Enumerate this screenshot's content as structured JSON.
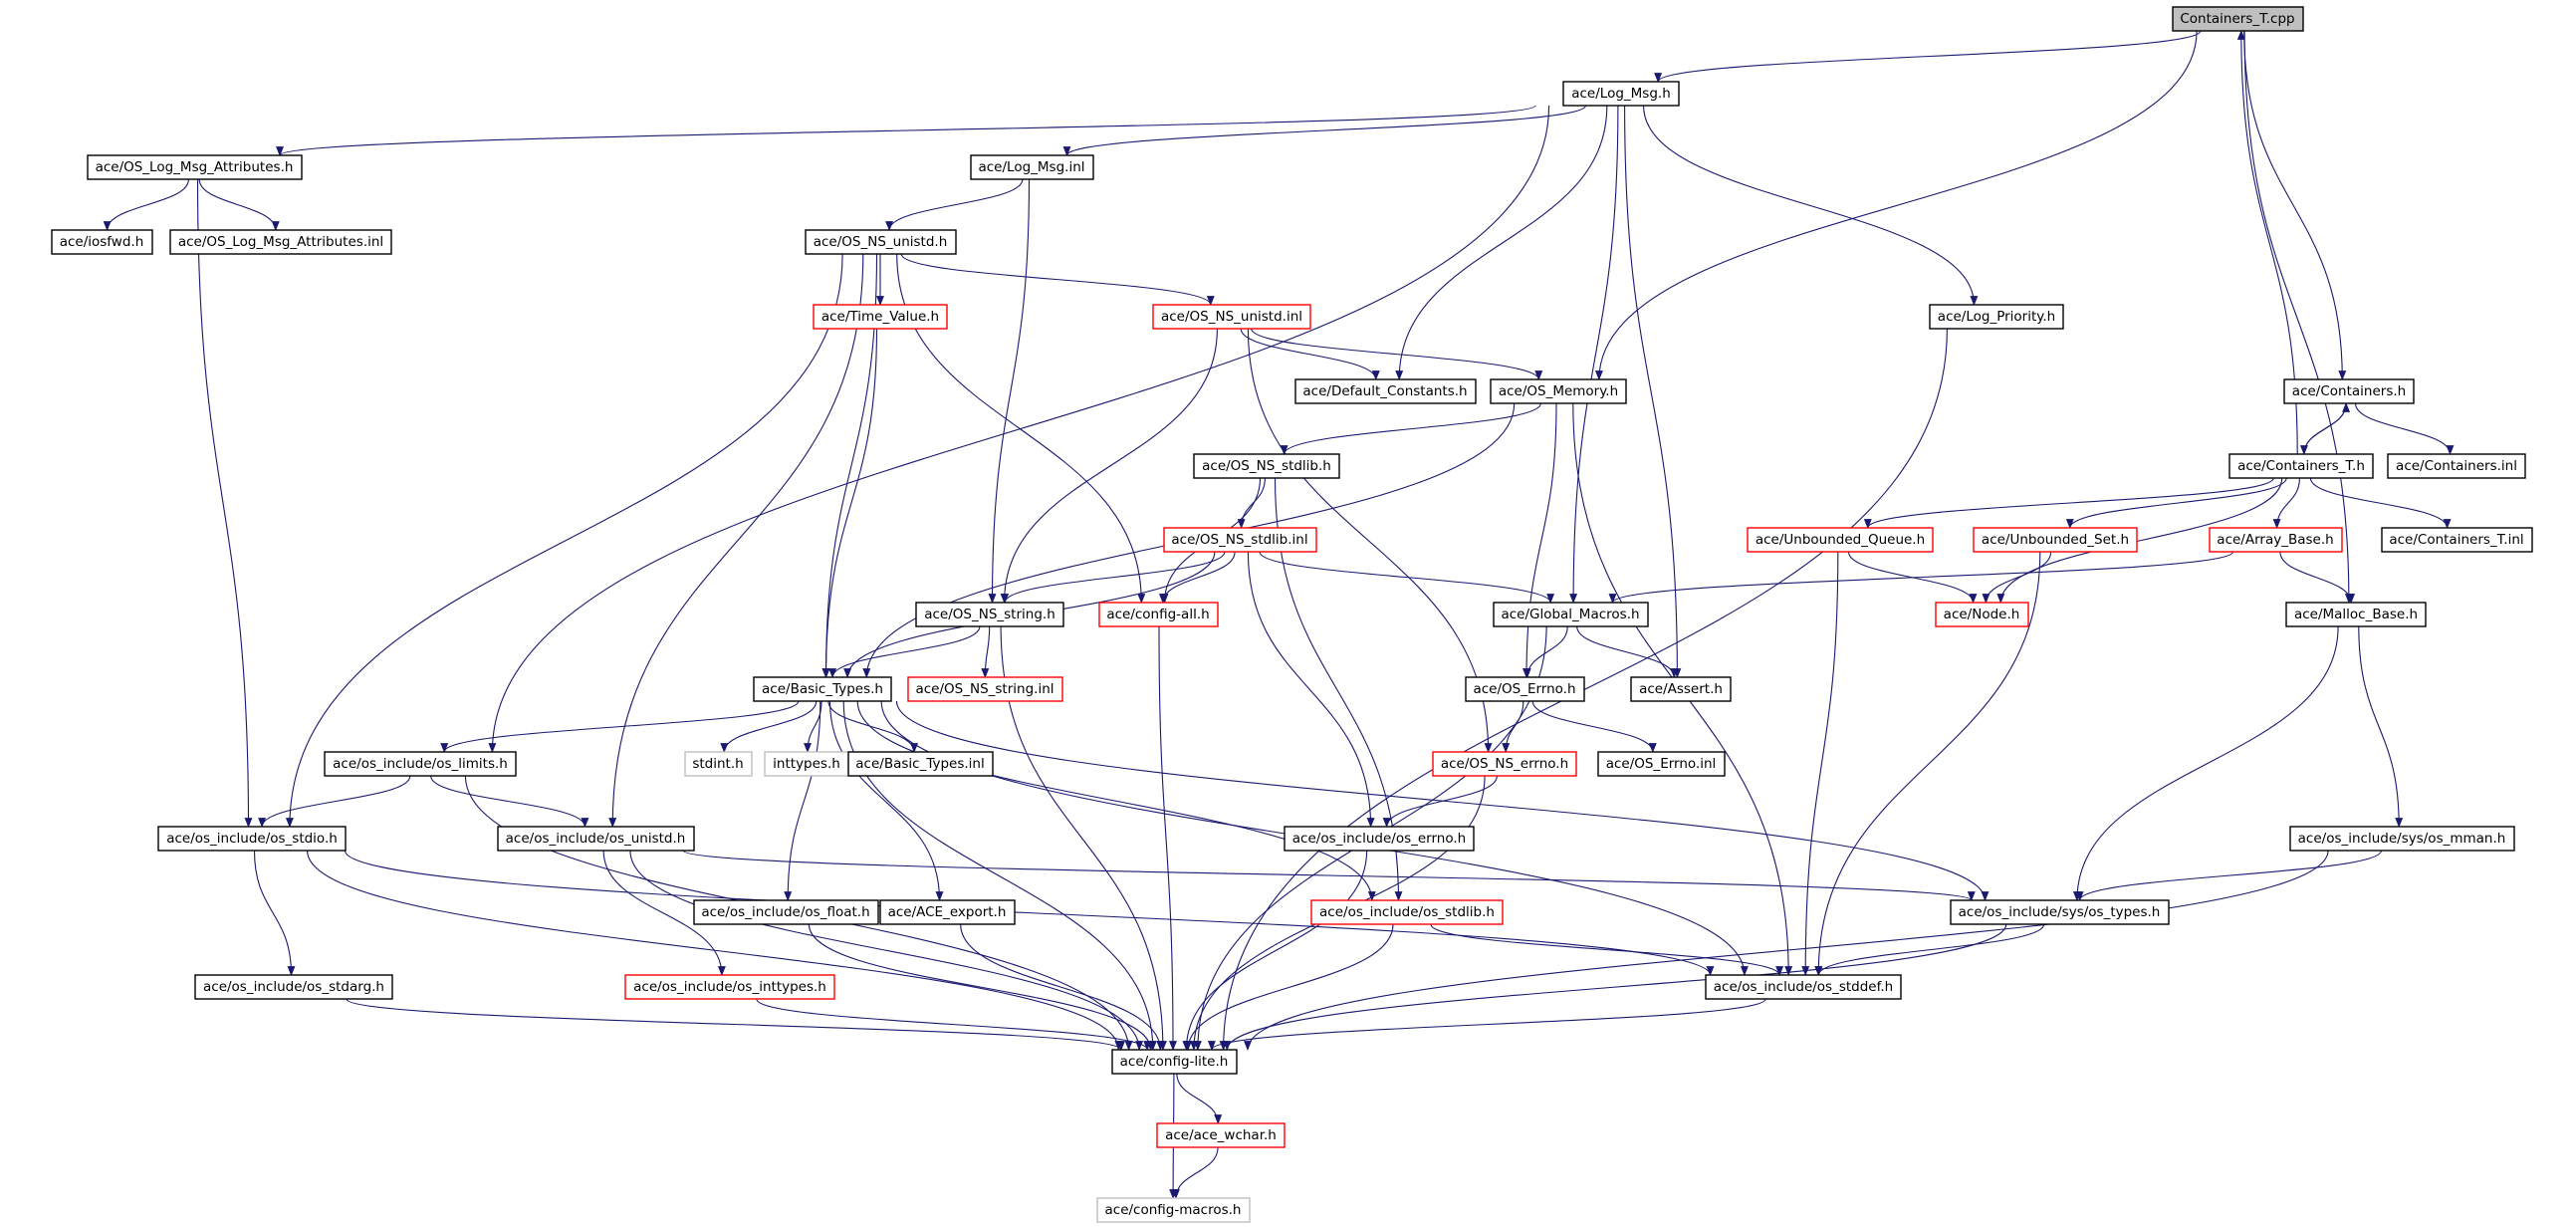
{
  "title": "Containers_T.cpp include dependency graph",
  "colors": {
    "edge": "#191970",
    "node_border": "#000000",
    "node_missing_border": "#ff0000",
    "node_system_border": "#bfbfbf",
    "root_fill": "#bfbfbf",
    "node_fill": "#ffffff"
  },
  "nodes": [
    {
      "id": "n0",
      "label": "Containers_T.cpp",
      "style": "root"
    },
    {
      "id": "n1",
      "label": "ace/Log_Msg.h",
      "style": "normal"
    },
    {
      "id": "n2",
      "label": "ace/OS_Log_Msg_Attributes.h",
      "style": "normal"
    },
    {
      "id": "n3",
      "label": "ace/Log_Msg.inl",
      "style": "normal"
    },
    {
      "id": "n4",
      "label": "ace/iosfwd.h",
      "style": "normal"
    },
    {
      "id": "n5",
      "label": "ace/OS_Log_Msg_Attributes.inl",
      "style": "normal"
    },
    {
      "id": "n6",
      "label": "ace/OS_NS_unistd.h",
      "style": "normal"
    },
    {
      "id": "n7",
      "label": "ace/Time_Value.h",
      "style": "red"
    },
    {
      "id": "n8",
      "label": "ace/OS_NS_unistd.inl",
      "style": "red"
    },
    {
      "id": "n9",
      "label": "ace/Log_Priority.h",
      "style": "normal"
    },
    {
      "id": "n10",
      "label": "ace/Default_Constants.h",
      "style": "normal"
    },
    {
      "id": "n11",
      "label": "ace/OS_Memory.h",
      "style": "normal"
    },
    {
      "id": "n12",
      "label": "ace/Containers.h",
      "style": "normal"
    },
    {
      "id": "n13",
      "label": "ace/OS_NS_stdlib.h",
      "style": "normal"
    },
    {
      "id": "n14",
      "label": "ace/Containers_T.h",
      "style": "normal"
    },
    {
      "id": "n15",
      "label": "ace/Containers.inl",
      "style": "normal"
    },
    {
      "id": "n16",
      "label": "ace/OS_NS_stdlib.inl",
      "style": "red"
    },
    {
      "id": "n17",
      "label": "ace/Unbounded_Queue.h",
      "style": "red"
    },
    {
      "id": "n18",
      "label": "ace/Unbounded_Set.h",
      "style": "red"
    },
    {
      "id": "n19",
      "label": "ace/Array_Base.h",
      "style": "red"
    },
    {
      "id": "n20",
      "label": "ace/Containers_T.inl",
      "style": "normal"
    },
    {
      "id": "n21",
      "label": "ace/OS_NS_string.h",
      "style": "normal"
    },
    {
      "id": "n22",
      "label": "ace/config-all.h",
      "style": "red"
    },
    {
      "id": "n23",
      "label": "ace/Global_Macros.h",
      "style": "normal"
    },
    {
      "id": "n24",
      "label": "ace/Node.h",
      "style": "red"
    },
    {
      "id": "n25",
      "label": "ace/Malloc_Base.h",
      "style": "normal"
    },
    {
      "id": "n26",
      "label": "ace/Basic_Types.h",
      "style": "normal"
    },
    {
      "id": "n27",
      "label": "ace/OS_NS_string.inl",
      "style": "red"
    },
    {
      "id": "n28",
      "label": "ace/OS_Errno.h",
      "style": "normal"
    },
    {
      "id": "n29",
      "label": "ace/Assert.h",
      "style": "normal"
    },
    {
      "id": "n30",
      "label": "ace/os_include/os_limits.h",
      "style": "normal"
    },
    {
      "id": "n31",
      "label": "stdint.h",
      "style": "system"
    },
    {
      "id": "n32",
      "label": "inttypes.h",
      "style": "system"
    },
    {
      "id": "n33",
      "label": "ace/Basic_Types.inl",
      "style": "normal"
    },
    {
      "id": "n34",
      "label": "ace/OS_NS_errno.h",
      "style": "red"
    },
    {
      "id": "n35",
      "label": "ace/OS_Errno.inl",
      "style": "normal"
    },
    {
      "id": "n36",
      "label": "ace/os_include/os_stdio.h",
      "style": "normal"
    },
    {
      "id": "n37",
      "label": "ace/os_include/os_unistd.h",
      "style": "normal"
    },
    {
      "id": "n38",
      "label": "ace/os_include/os_errno.h",
      "style": "normal"
    },
    {
      "id": "n39",
      "label": "ace/os_include/sys/os_mman.h",
      "style": "normal"
    },
    {
      "id": "n40",
      "label": "ace/os_include/os_float.h",
      "style": "normal"
    },
    {
      "id": "n41",
      "label": "ace/ACE_export.h",
      "style": "normal"
    },
    {
      "id": "n42",
      "label": "ace/os_include/os_stdlib.h",
      "style": "red"
    },
    {
      "id": "n43",
      "label": "ace/os_include/sys/os_types.h",
      "style": "normal"
    },
    {
      "id": "n44",
      "label": "ace/os_include/os_stdarg.h",
      "style": "normal"
    },
    {
      "id": "n45",
      "label": "ace/os_include/os_inttypes.h",
      "style": "red"
    },
    {
      "id": "n46",
      "label": "ace/os_include/os_stddef.h",
      "style": "normal"
    },
    {
      "id": "n47",
      "label": "ace/config-lite.h",
      "style": "normal"
    },
    {
      "id": "n48",
      "label": "ace/ace_wchar.h",
      "style": "red"
    },
    {
      "id": "n49",
      "label": "ace/config-macros.h",
      "style": "system"
    }
  ],
  "edges": [
    [
      "n0",
      "n1"
    ],
    [
      "n0",
      "n11"
    ],
    [
      "n0",
      "n12"
    ],
    [
      "n0",
      "n25"
    ],
    [
      "n1",
      "n2"
    ],
    [
      "n1",
      "n3"
    ],
    [
      "n1",
      "n9"
    ],
    [
      "n1",
      "n10"
    ],
    [
      "n1",
      "n23"
    ],
    [
      "n1",
      "n29"
    ],
    [
      "n1",
      "n30"
    ],
    [
      "n2",
      "n4"
    ],
    [
      "n2",
      "n5"
    ],
    [
      "n2",
      "n36"
    ],
    [
      "n3",
      "n6"
    ],
    [
      "n3",
      "n21"
    ],
    [
      "n6",
      "n7"
    ],
    [
      "n6",
      "n8"
    ],
    [
      "n6",
      "n26"
    ],
    [
      "n6",
      "n22"
    ],
    [
      "n6",
      "n36"
    ],
    [
      "n6",
      "n37"
    ],
    [
      "n7",
      "n26"
    ],
    [
      "n8",
      "n10"
    ],
    [
      "n8",
      "n11"
    ],
    [
      "n8",
      "n21"
    ],
    [
      "n8",
      "n34"
    ],
    [
      "n9",
      "n47"
    ],
    [
      "n11",
      "n13"
    ],
    [
      "n11",
      "n26"
    ],
    [
      "n11",
      "n28"
    ],
    [
      "n11",
      "n46"
    ],
    [
      "n12",
      "n14"
    ],
    [
      "n12",
      "n15"
    ],
    [
      "n14",
      "n0"
    ],
    [
      "n14",
      "n12"
    ],
    [
      "n14",
      "n17"
    ],
    [
      "n14",
      "n18"
    ],
    [
      "n14",
      "n19"
    ],
    [
      "n14",
      "n20"
    ],
    [
      "n14",
      "n24"
    ],
    [
      "n13",
      "n16"
    ],
    [
      "n13",
      "n22"
    ],
    [
      "n13",
      "n42"
    ],
    [
      "n16",
      "n21"
    ],
    [
      "n16",
      "n22"
    ],
    [
      "n16",
      "n23"
    ],
    [
      "n16",
      "n26"
    ],
    [
      "n16",
      "n38"
    ],
    [
      "n17",
      "n24"
    ],
    [
      "n17",
      "n46"
    ],
    [
      "n18",
      "n24"
    ],
    [
      "n18",
      "n46"
    ],
    [
      "n19",
      "n23"
    ],
    [
      "n19",
      "n25"
    ],
    [
      "n21",
      "n26"
    ],
    [
      "n21",
      "n27"
    ],
    [
      "n21",
      "n47"
    ],
    [
      "n22",
      "n47"
    ],
    [
      "n23",
      "n28"
    ],
    [
      "n23",
      "n29"
    ],
    [
      "n23",
      "n47"
    ],
    [
      "n25",
      "n39"
    ],
    [
      "n25",
      "n43"
    ],
    [
      "n26",
      "n30"
    ],
    [
      "n26",
      "n31"
    ],
    [
      "n26",
      "n32"
    ],
    [
      "n26",
      "n33"
    ],
    [
      "n26",
      "n40"
    ],
    [
      "n26",
      "n41"
    ],
    [
      "n26",
      "n42"
    ],
    [
      "n26",
      "n43"
    ],
    [
      "n26",
      "n46"
    ],
    [
      "n26",
      "n47"
    ],
    [
      "n28",
      "n34"
    ],
    [
      "n28",
      "n35"
    ],
    [
      "n30",
      "n36"
    ],
    [
      "n30",
      "n37"
    ],
    [
      "n30",
      "n47"
    ],
    [
      "n34",
      "n38"
    ],
    [
      "n34",
      "n47"
    ],
    [
      "n36",
      "n44"
    ],
    [
      "n36",
      "n46"
    ],
    [
      "n36",
      "n47"
    ],
    [
      "n37",
      "n43"
    ],
    [
      "n37",
      "n45"
    ],
    [
      "n37",
      "n47"
    ],
    [
      "n38",
      "n47"
    ],
    [
      "n39",
      "n43"
    ],
    [
      "n39",
      "n47"
    ],
    [
      "n40",
      "n47"
    ],
    [
      "n41",
      "n47"
    ],
    [
      "n42",
      "n46"
    ],
    [
      "n42",
      "n47"
    ],
    [
      "n43",
      "n46"
    ],
    [
      "n43",
      "n47"
    ],
    [
      "n44",
      "n47"
    ],
    [
      "n45",
      "n47"
    ],
    [
      "n46",
      "n47"
    ],
    [
      "n47",
      "n48"
    ],
    [
      "n47",
      "n49"
    ],
    [
      "n48",
      "n49"
    ]
  ]
}
